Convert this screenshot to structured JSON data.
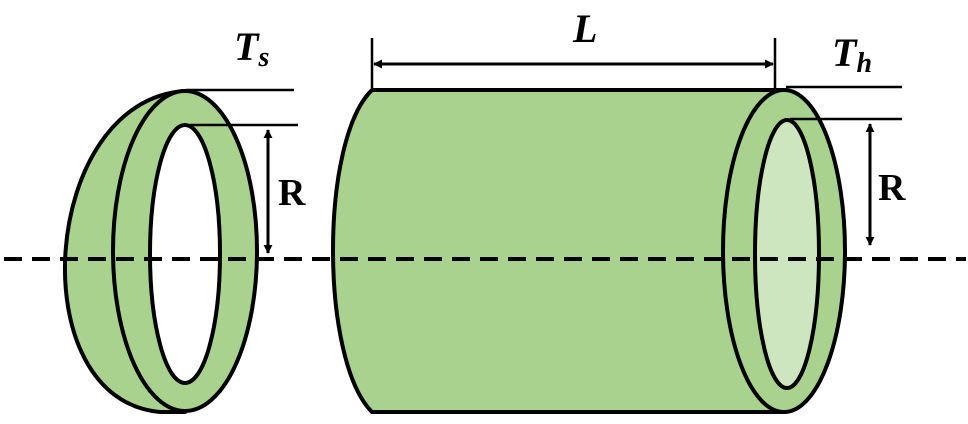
{
  "labels": {
    "ts_main": "T",
    "ts_sub": "s",
    "th_main": "T",
    "th_sub": "h",
    "length": "L",
    "radius_left": "R",
    "radius_right": "R"
  },
  "colors": {
    "fill": "#a8d28e",
    "inner_light": "#cde6bf",
    "stroke": "#000000",
    "background": "#ffffff"
  }
}
